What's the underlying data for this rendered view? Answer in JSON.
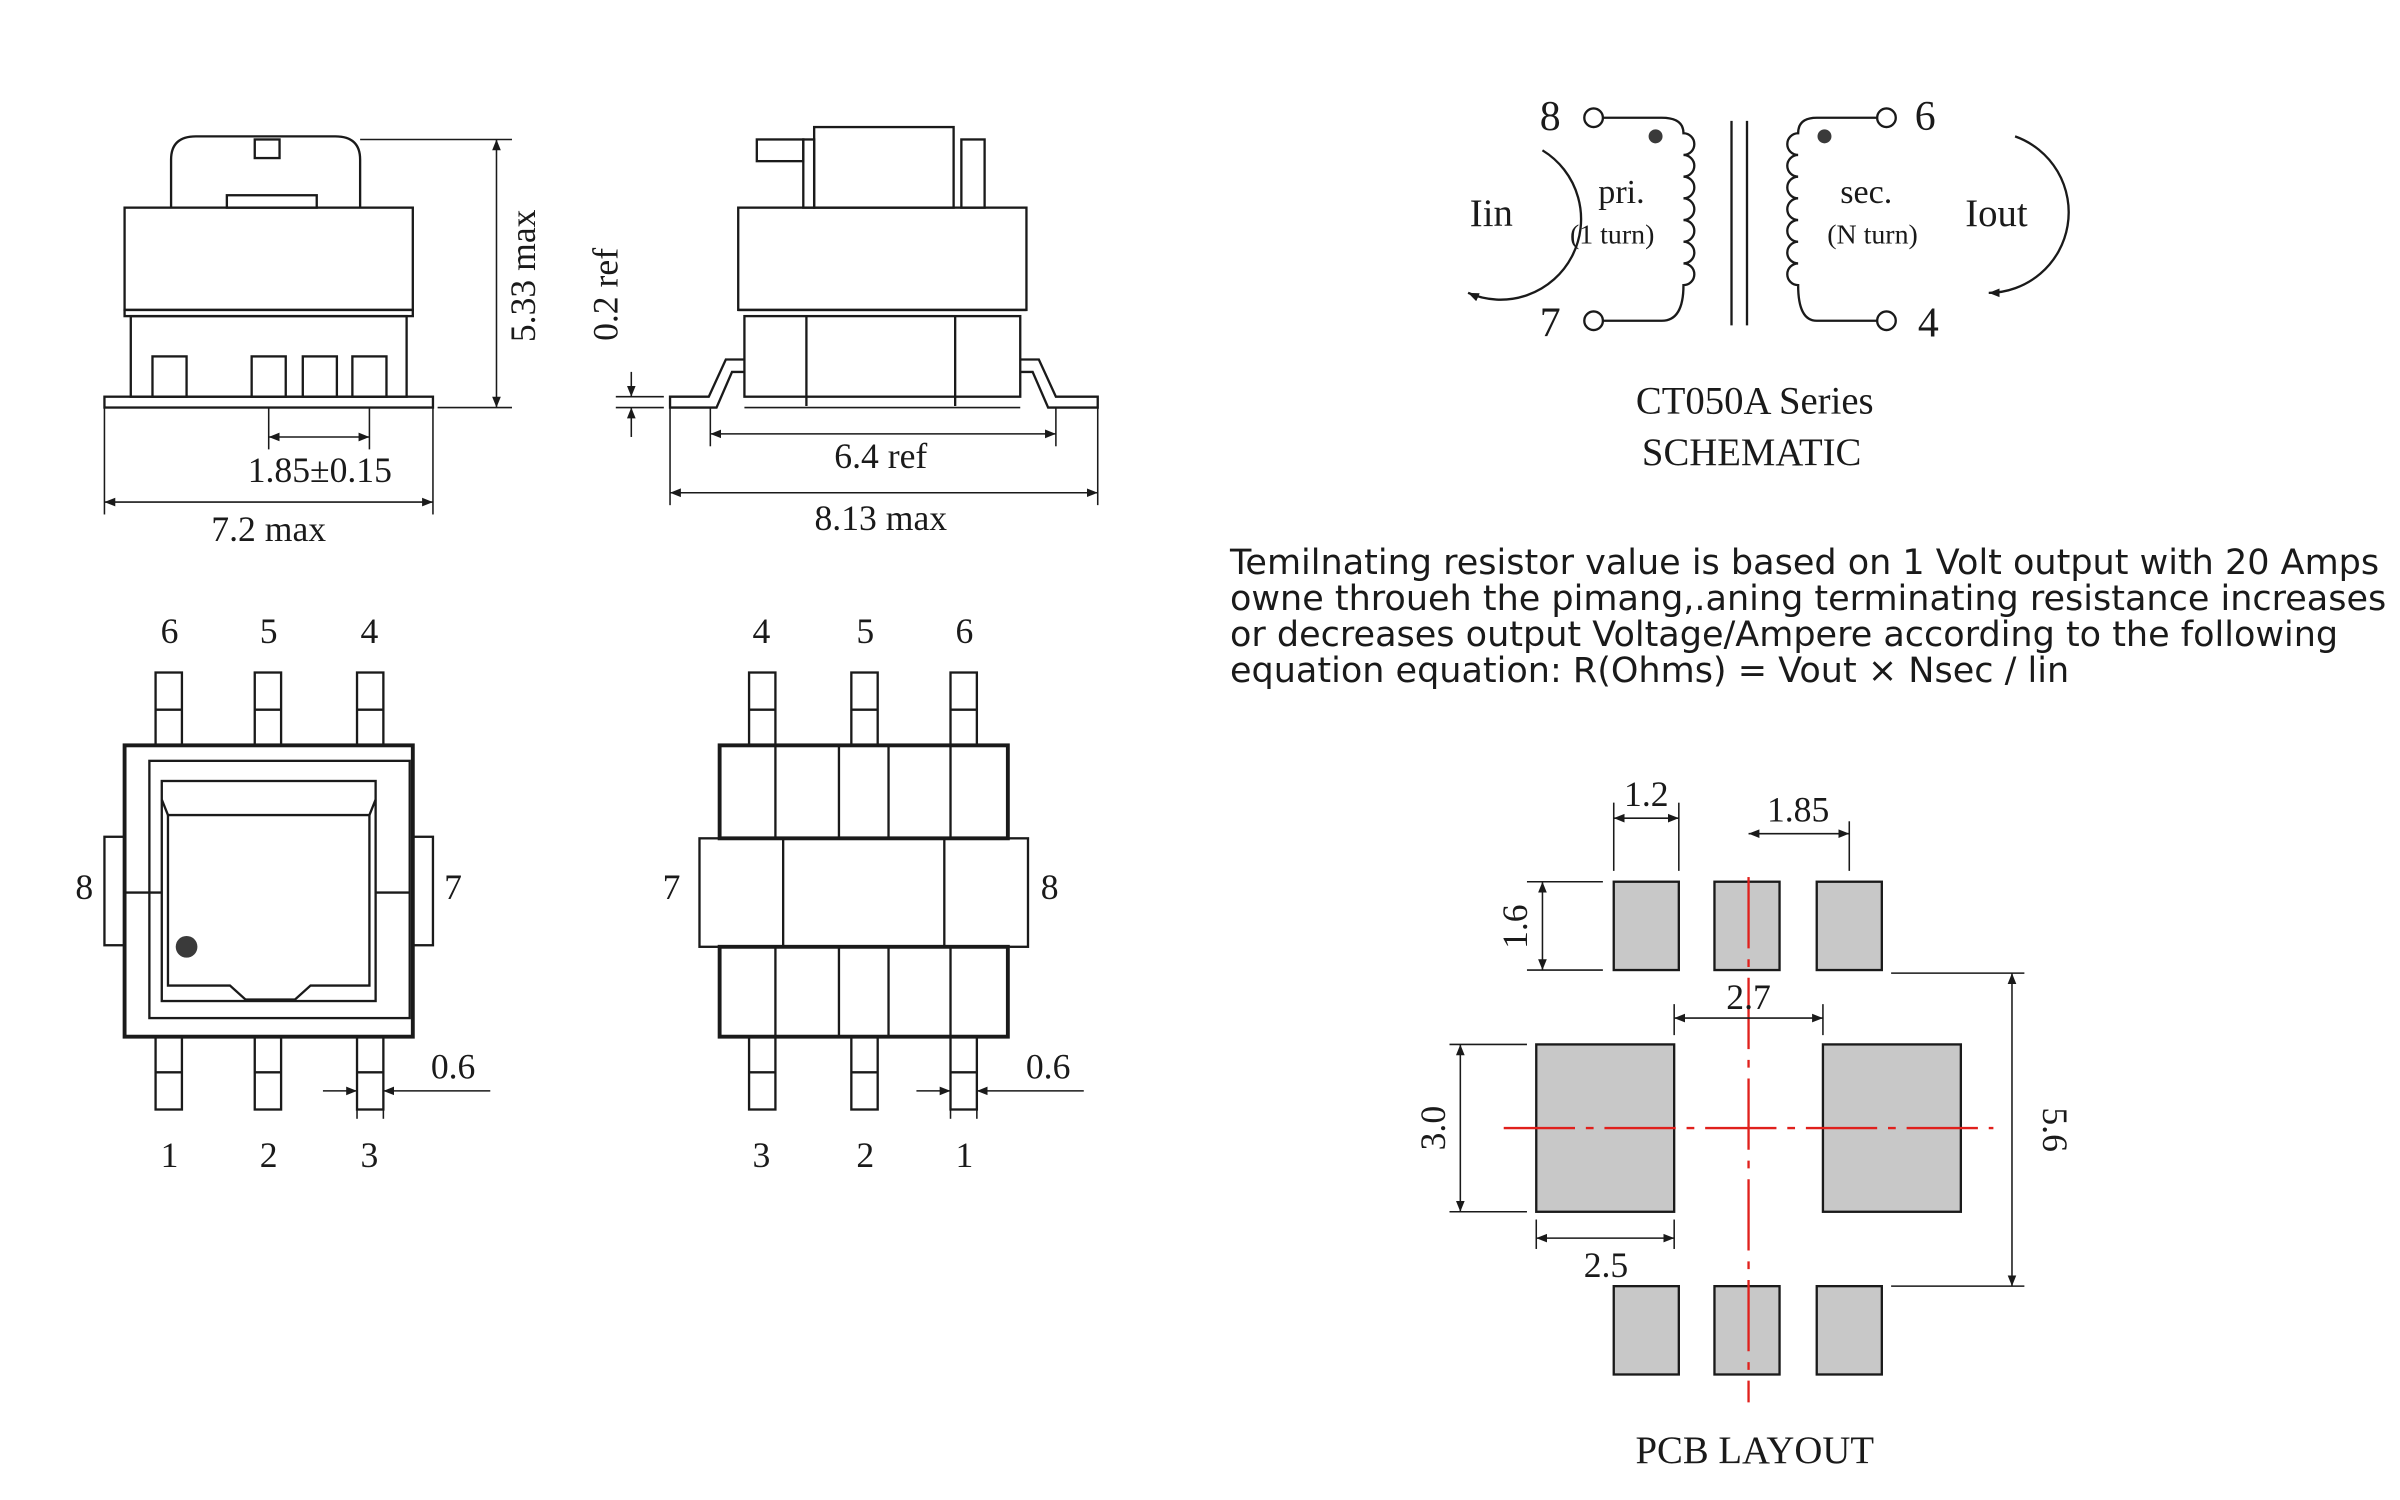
{
  "front_view": {
    "height_dim": "5.33 max",
    "pitch_dim": "1.85±0.15",
    "width_dim": "7.2 max"
  },
  "side_view": {
    "standoff_dim": "0.2 ref",
    "ref_dim": "6.4 ref",
    "length_dim": "8.13 max"
  },
  "top_view": {
    "top_pins": [
      "6",
      "5",
      "4"
    ],
    "bottom_pins": [
      "1",
      "2",
      "3"
    ],
    "left_pin": "8",
    "right_pin": "7",
    "pin_width_dim": "0.6"
  },
  "bottom_view": {
    "top_pins": [
      "4",
      "5",
      "6"
    ],
    "bottom_pins": [
      "3",
      "2",
      "1"
    ],
    "left_pin": "7",
    "right_pin": "8",
    "pin_width_dim": "0.6"
  },
  "schematic": {
    "pin_pri_top": "8",
    "pin_pri_bottom": "7",
    "pin_sec_top": "6",
    "pin_sec_bottom": "4",
    "current_in": "Iin",
    "current_out": "Iout",
    "primary_label": "pri.",
    "primary_turns": "(1 turn)",
    "secondary_label": "sec.",
    "secondary_turns": "(N turn)",
    "title_line1": "CT050A  Series",
    "title_line2": "SCHEMATIC"
  },
  "note_lines": [
    "Temilnating resistor value is based on 1 Volt output with 20 Amps",
    "owne throueh the pimang,.aning terminating resistance increases",
    "or decreases output Voltage/Ampere according to the following",
    "equation equation: R(Ohms) = Vout × Nsec / lin"
  ],
  "pcb": {
    "small_pad_width": "1.2",
    "small_pad_pitch": "1.85",
    "small_pad_height": "1.6",
    "inner_gap": "2.7",
    "large_pad_height": "3.0",
    "large_pad_width": "2.5",
    "overall_height": "5.6",
    "title": "PCB LAYOUT"
  },
  "colors": {
    "line": "#1a1a1a",
    "pad_fill": "#c8c8c8",
    "centerline": "#e0201c"
  }
}
